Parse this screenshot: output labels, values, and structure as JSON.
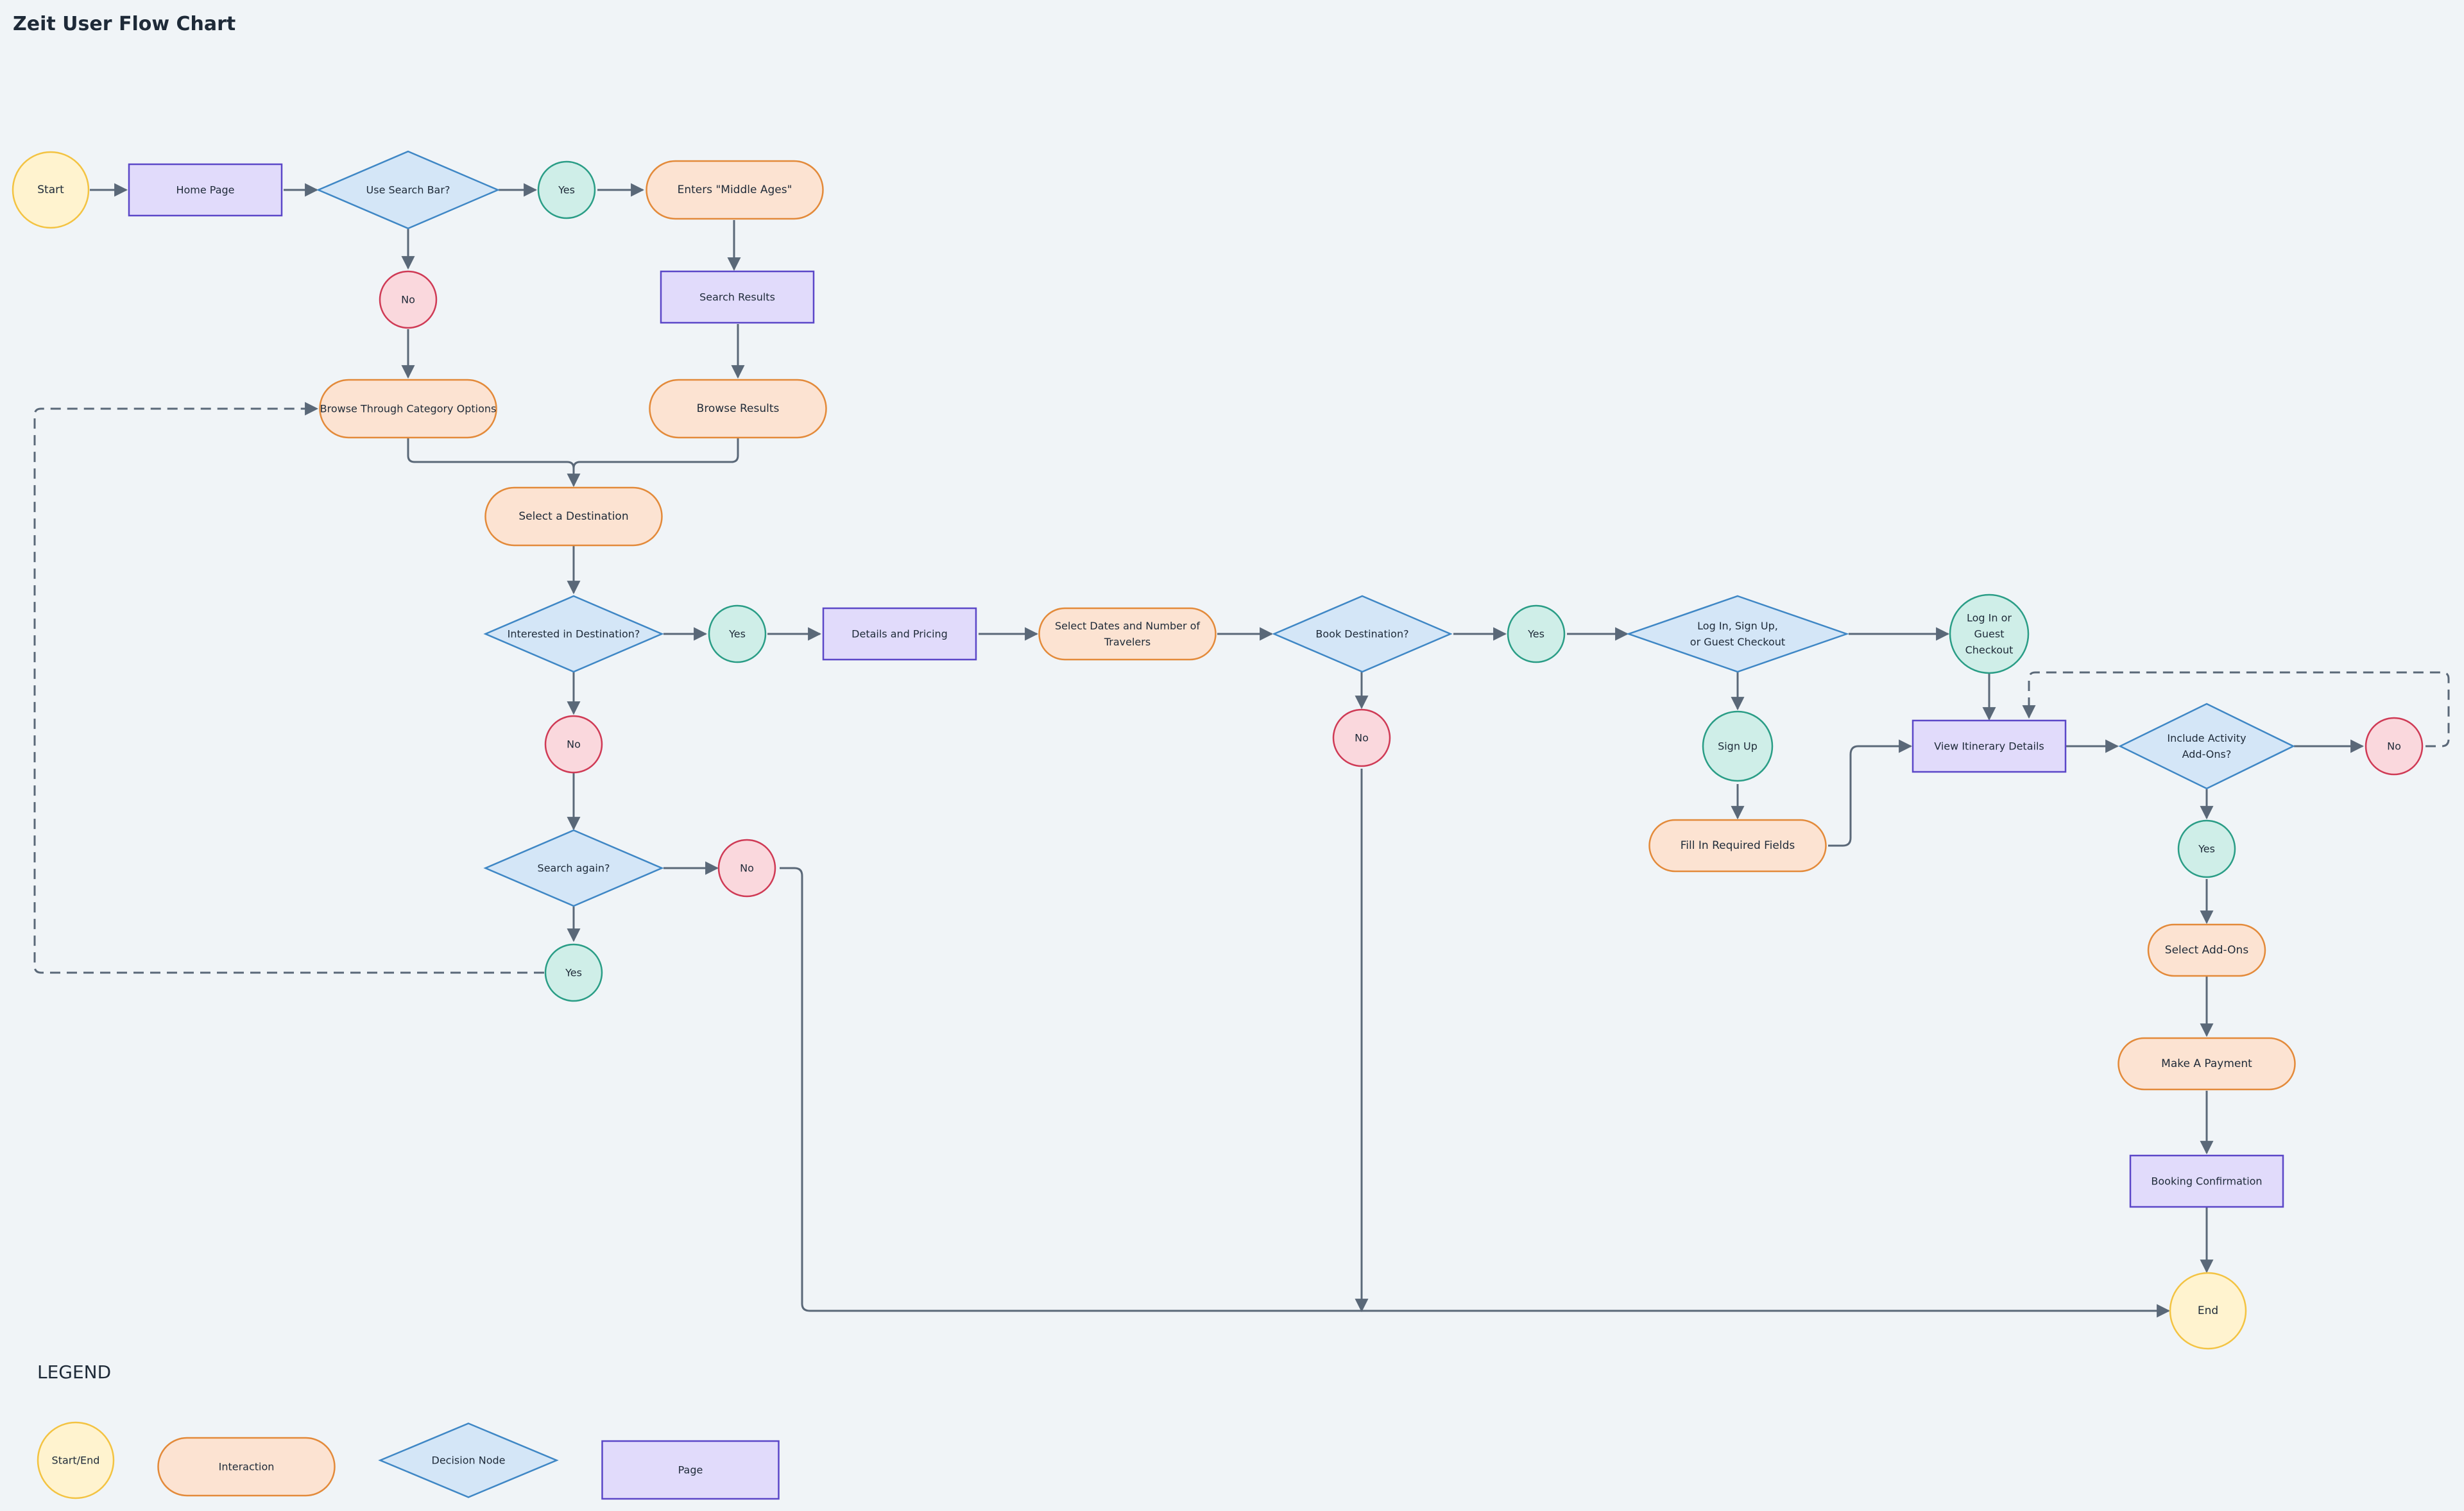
{
  "title": "Zeit User Flow Chart",
  "colors": {
    "start_end_fill": "#fff3cf",
    "start_end_stroke": "#f3c342",
    "interaction_fill": "#fce3d2",
    "interaction_stroke": "#e38a3a",
    "decision_fill": "#d4e6f7",
    "decision_stroke": "#3f87c5",
    "page_fill": "#e1dbfb",
    "page_stroke": "#5b47c8",
    "yes_fill": "#cfeee8",
    "yes_stroke": "#2a9d86",
    "no_fill": "#fad8dd",
    "no_stroke": "#cf3a55",
    "connector": "#5a6878"
  },
  "nodes": {
    "start": "Start",
    "home_page": "Home Page",
    "use_search_bar": "Use Search Bar?",
    "yes_search": "Yes",
    "enters_middle_ages": "Enters \"Middle Ages\"",
    "no_search": "No",
    "search_results": "Search Results",
    "browse_category": "Browse Through Category Options",
    "browse_results": "Browse Results",
    "select_destination": "Select a Destination",
    "interested": "Interested in Destination?",
    "yes_interested": "Yes",
    "details_pricing": "Details and Pricing",
    "select_dates": [
      "Select Dates and Number of",
      "Travelers"
    ],
    "book_destination": "Book Destination?",
    "yes_book": "Yes",
    "login_decision": [
      "Log In, Sign Up,",
      "or Guest Checkout"
    ],
    "login_guest": [
      "Log In or",
      "Guest",
      "Checkout"
    ],
    "no_interested": "No",
    "no_book": "No",
    "sign_up": "Sign Up",
    "view_itinerary": "View Itinerary Details",
    "include_addons": [
      "Include Activity",
      "Add-Ons?"
    ],
    "no_addons": "No",
    "fill_fields": "Fill In Required Fields",
    "yes_addons": "Yes",
    "search_again": "Search again?",
    "no_search_again": "No",
    "yes_search_again": "Yes",
    "select_addons": "Select Add-Ons",
    "make_payment": "Make A Payment",
    "booking_confirmation": "Booking Confirmation",
    "end": "End"
  },
  "legend": {
    "heading": "LEGEND",
    "start_end": "Start/End",
    "interaction": "Interaction",
    "decision": "Decision Node",
    "page": "Page"
  }
}
